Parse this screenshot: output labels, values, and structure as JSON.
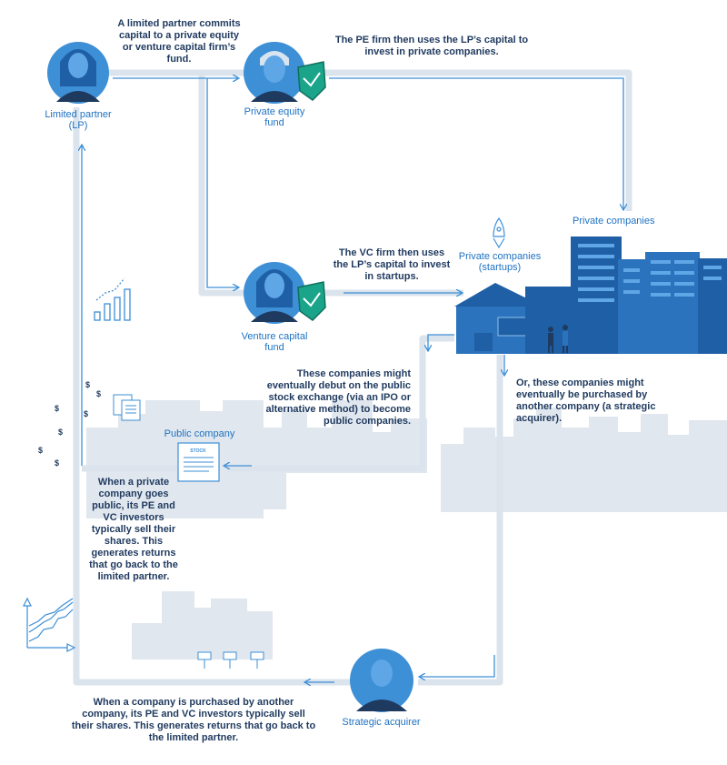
{
  "nodes": {
    "lp": "Limited partner (LP)",
    "pe": "Private equity fund",
    "vc": "Venture capital fund",
    "startups": "Private companies (startups)",
    "private": "Private companies",
    "public": "Public company",
    "acquirer": "Strategic acquirer"
  },
  "captions": {
    "commit": "A limited partner commits capital to a private equity or venture capital firm’s fund.",
    "pe_invest": "The PE firm then uses the LP’s capital to invest in private companies.",
    "vc_invest": "The VC firm then uses the LP’s capital to invest in startups.",
    "ipo": "These companies might eventually debut on the public stock exchange (via an IPO or alternative method) to become public companies.",
    "acquired": "Or, these companies might eventually be purchased by another company (a strategic acquirer).",
    "public_returns": "When a private company goes public, its PE and VC investors typically sell their shares. This generates returns that go back to the limited partner.",
    "acquirer_returns": "When a company is purchased by another company, its PE and VC investors typically sell their shares. This generates returns that go back to the limited partner."
  },
  "decor": {
    "stock_sign": "STOCK",
    "dollar": "$"
  },
  "colors": {
    "flow_line": "#d9e2ec",
    "arrow": "#3d8fd6",
    "building_dark": "#1f5fa6",
    "building_mid": "#2b73bd",
    "skyline": "#dfe6ee",
    "circle": "#3d8fd6",
    "text": "#1f3a5f",
    "label": "#1e72c2",
    "badge": "#1aa58a"
  }
}
